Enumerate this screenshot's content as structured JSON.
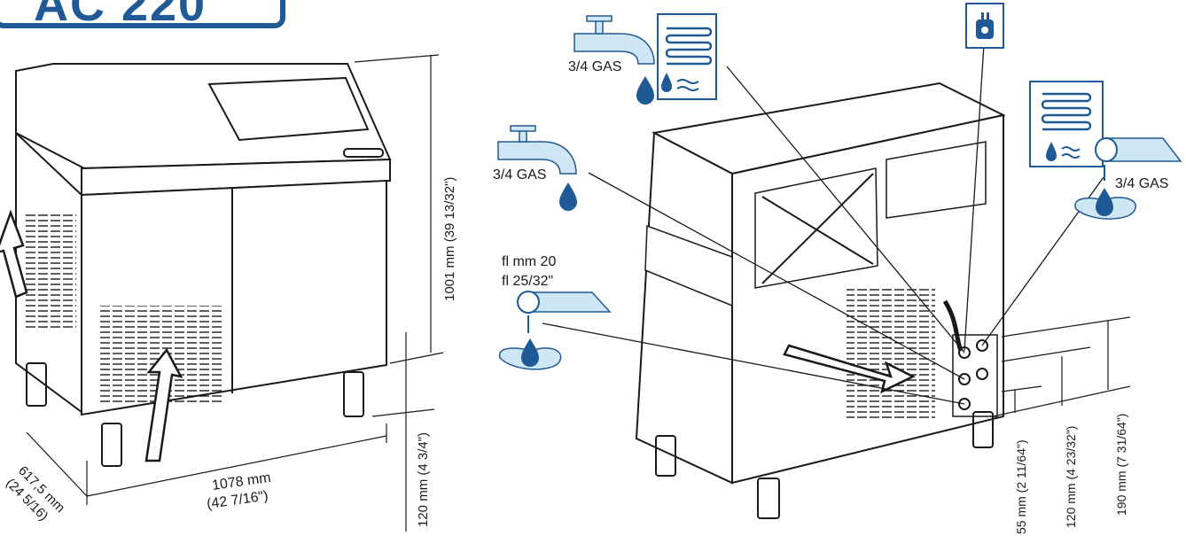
{
  "model_label": "AC 220",
  "colors": {
    "accent": "#1f5a96",
    "light_blue": "#cfe6f4",
    "line": "#1a1a1a"
  },
  "icons": [
    "water-tap-icon",
    "water-drop-icon",
    "coil-icon",
    "power-plug-icon",
    "drain-pipe-icon",
    "water-puddle-icon",
    "air-flow-arrow-icon"
  ],
  "left_view": {
    "dim_height": "1001 mm (39 13/32\")",
    "dim_leg": "120 mm (4 3/4\")",
    "dim_width_mm": "1078 mm",
    "dim_width_in": "(42 7/16\")",
    "dim_depth_mm": "617,5 mm",
    "dim_depth_in": "(24 5/16)"
  },
  "right_view": {
    "water_inlet_label": "3/4 GAS",
    "cond_water_inlet_label": "3/4 GAS",
    "cond_water_outlet_label": "3/4 GAS",
    "drain_label_1": "fl mm 20",
    "drain_label_2": "fl 25/32\"",
    "dim_55": "55 mm (2 11/64\")",
    "dim_120": "120 mm (4 23/32\")",
    "dim_190": "190 mm (7 31/64\")"
  }
}
